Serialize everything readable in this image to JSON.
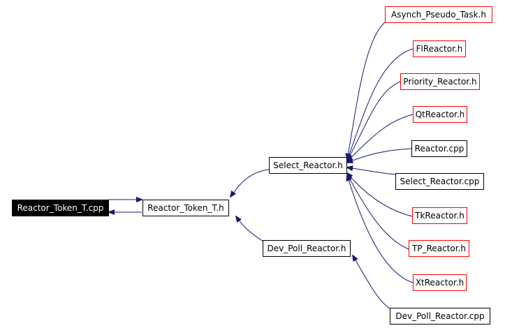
{
  "colors": {
    "edge": "#191970",
    "box_border_default": "#000000",
    "box_border_red": "#ff0000",
    "root_fill": "#000000",
    "root_text": "#ffffff"
  },
  "nodes": {
    "root": {
      "label": "Reactor_Token_T.cpp"
    },
    "reactor_token_t_h": {
      "label": "Reactor_Token_T.h"
    },
    "select_reactor_h": {
      "label": "Select_Reactor.h"
    },
    "dev_poll_reactor_h": {
      "label": "Dev_Poll_Reactor.h"
    },
    "asynch_pseudo_task_h": {
      "label": "Asynch_Pseudo_Task.h"
    },
    "flreactor_h": {
      "label": "FlReactor.h"
    },
    "priority_reactor_h": {
      "label": "Priority_Reactor.h"
    },
    "qtreactor_h": {
      "label": "QtReactor.h"
    },
    "reactor_cpp": {
      "label": "Reactor.cpp"
    },
    "select_reactor_cpp": {
      "label": "Select_Reactor.cpp"
    },
    "tkreactor_h": {
      "label": "TkReactor.h"
    },
    "tp_reactor_h": {
      "label": "TP_Reactor.h"
    },
    "xtreactor_h": {
      "label": "XtReactor.h"
    },
    "dev_poll_reactor_cpp": {
      "label": "Dev_Poll_Reactor.cpp"
    }
  }
}
